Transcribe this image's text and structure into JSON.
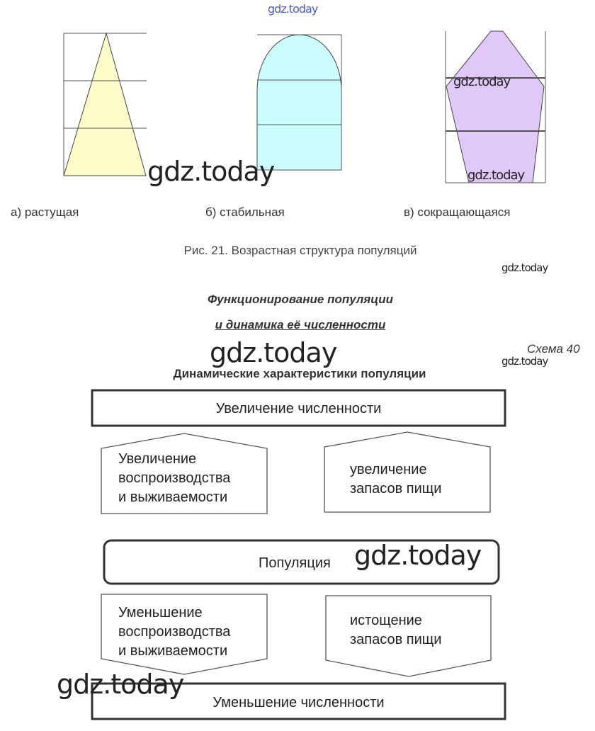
{
  "watermark": "gdz.today",
  "figure": {
    "labels": [
      "а) растущая",
      "б) стабильная",
      "в) сокращающаяся"
    ],
    "caption": "Рис. 21. Возрастная структура популяций",
    "colors": {
      "growing": "#fdfbc8",
      "stable": "#ccfcfe",
      "declining": "#e0c8f8"
    }
  },
  "section": {
    "title_line1": "Функционирование популяции",
    "title_line2": "и динамика её численности",
    "scheme_label": "Схема 40",
    "scheme_title": "Динамические характеристики популяции"
  },
  "scheme": {
    "increase": "Увеличение численности",
    "increase_reproduction": [
      "Увеличение",
      "воспроизводства",
      "и выживаемости"
    ],
    "increase_food": [
      "увеличение",
      "запасов пищи"
    ],
    "population": "Популяция",
    "decrease_reproduction": [
      "Уменьшение",
      "воспроизводства",
      "и выживаемости"
    ],
    "decrease_food": [
      "истощение",
      "запасов пищи"
    ],
    "decrease": "Уменьшение численности"
  }
}
